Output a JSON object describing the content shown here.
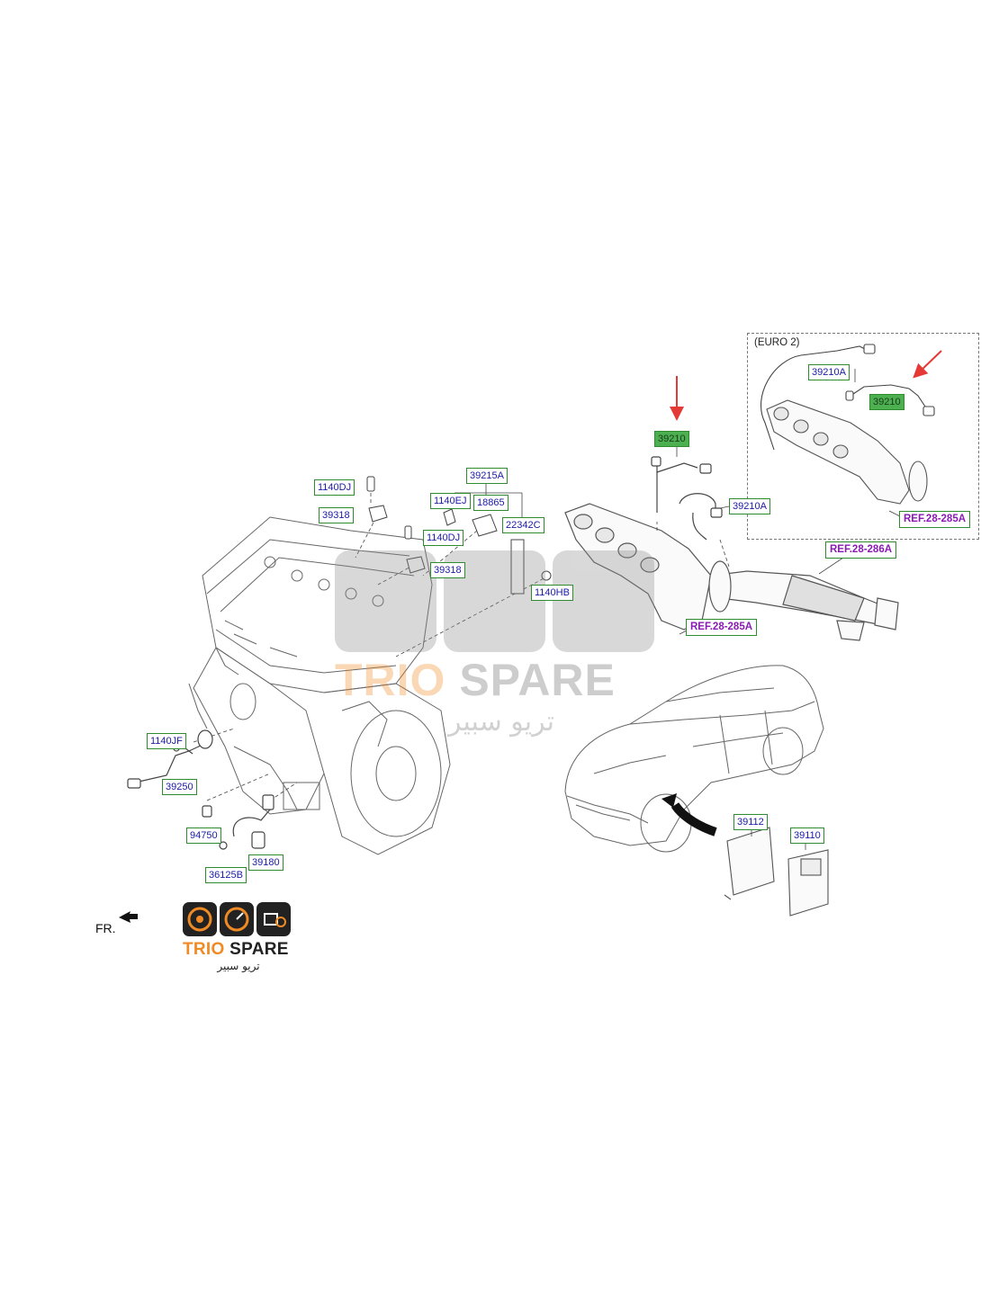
{
  "parts": {
    "p1140dj_a": "1140DJ",
    "p39318_a": "39318",
    "p1140dj_b": "1140DJ",
    "p39318_b": "39318",
    "p39215a": "39215A",
    "p1140ej": "1140EJ",
    "p18865": "18865",
    "p22342c": "22342C",
    "p1140hb": "1140HB",
    "p39210_main": "39210",
    "p39210a_main": "39210A",
    "p1140jf": "1140JF",
    "p39250": "39250",
    "p94750": "94750",
    "p36125b": "36125B",
    "p39180": "39180",
    "p39112": "39112",
    "p39110": "39110",
    "p39210a_euro": "39210A",
    "p39210_euro": "39210"
  },
  "refs": {
    "r286a": "REF.28-286A",
    "r285a_main": "REF.28-285A",
    "r285a_euro": "REF.28-285A"
  },
  "euro_title": "(EURO 2)",
  "front_indicator": "FR.",
  "logo": {
    "name_part1": "TRIO",
    "name_part2": " SPARE",
    "arabic": "تريو سبير"
  },
  "colors": {
    "label_border": "#2e8b2e",
    "label_text": "#1a1aa8",
    "label_highlight": "#4caf50",
    "ref_text": "#8a1ab4",
    "arrow": "#e53935",
    "brand_orange": "#f08a24"
  }
}
